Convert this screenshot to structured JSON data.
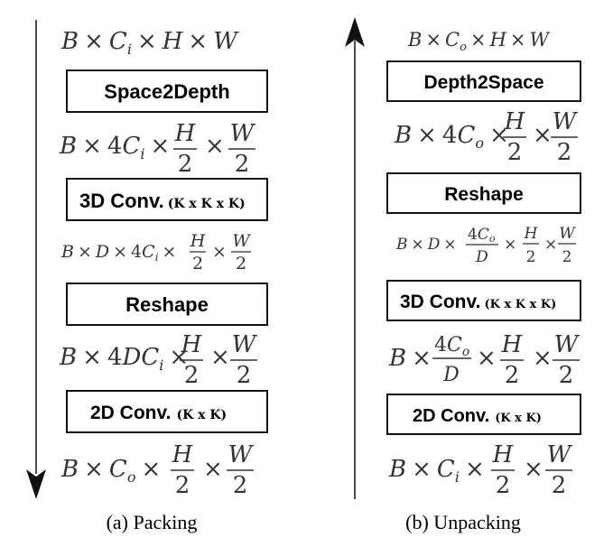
{
  "packing": {
    "caption": "(a) Packing",
    "t1": {
      "b": "B",
      "c": "C",
      "ci": "i",
      "h": "H",
      "w": "W"
    },
    "op1": {
      "label": "Space2Depth"
    },
    "t2": {
      "b": "B",
      "coef": "4",
      "c": "C",
      "ci": "i",
      "h": "H",
      "w": "W",
      "den": "2"
    },
    "op2": {
      "label": "3D Conv.",
      "kernel": "(K x K x K)"
    },
    "t3": {
      "b": "B",
      "d": "D",
      "coef": "4",
      "c": "C",
      "ci": "i",
      "h": "H",
      "w": "W",
      "den": "2"
    },
    "op3": {
      "label": "Reshape"
    },
    "t4": {
      "b": "B",
      "coef": "4",
      "d": "D",
      "c": "C",
      "ci": "i",
      "h": "H",
      "w": "W",
      "den": "2"
    },
    "op4": {
      "label": "2D Conv.",
      "kernel": "(K x K)"
    },
    "t5": {
      "b": "B",
      "c": "C",
      "ci": "o",
      "h": "H",
      "w": "W",
      "den": "2"
    }
  },
  "unpacking": {
    "caption": "(b) Unpacking",
    "t1": {
      "b": "B",
      "c": "C",
      "ci": "o",
      "h": "H",
      "w": "W"
    },
    "op1": {
      "label": "Depth2Space"
    },
    "t2": {
      "b": "B",
      "coef": "4",
      "c": "C",
      "ci": "o",
      "h": "H",
      "w": "W",
      "den": "2"
    },
    "op2": {
      "label": "Reshape"
    },
    "t3": {
      "b": "B",
      "d": "D",
      "coef": "4",
      "c": "C",
      "ci": "o",
      "dd": "D",
      "h": "H",
      "w": "W",
      "den": "2"
    },
    "op3": {
      "label": "3D Conv.",
      "kernel": "(K x K x K)"
    },
    "t4": {
      "b": "B",
      "coef": "4",
      "c": "C",
      "ci": "o",
      "dd": "D",
      "h": "H",
      "w": "W",
      "den": "2"
    },
    "op4": {
      "label": "2D Conv.",
      "kernel": "(K x K)"
    },
    "t5": {
      "b": "B",
      "c": "C",
      "ci": "i",
      "h": "H",
      "w": "W",
      "den": "2"
    }
  },
  "symbols": {
    "times": "×"
  },
  "colors": {
    "text": "#333333",
    "box_stroke": "#111111",
    "arrow": "#111111"
  }
}
